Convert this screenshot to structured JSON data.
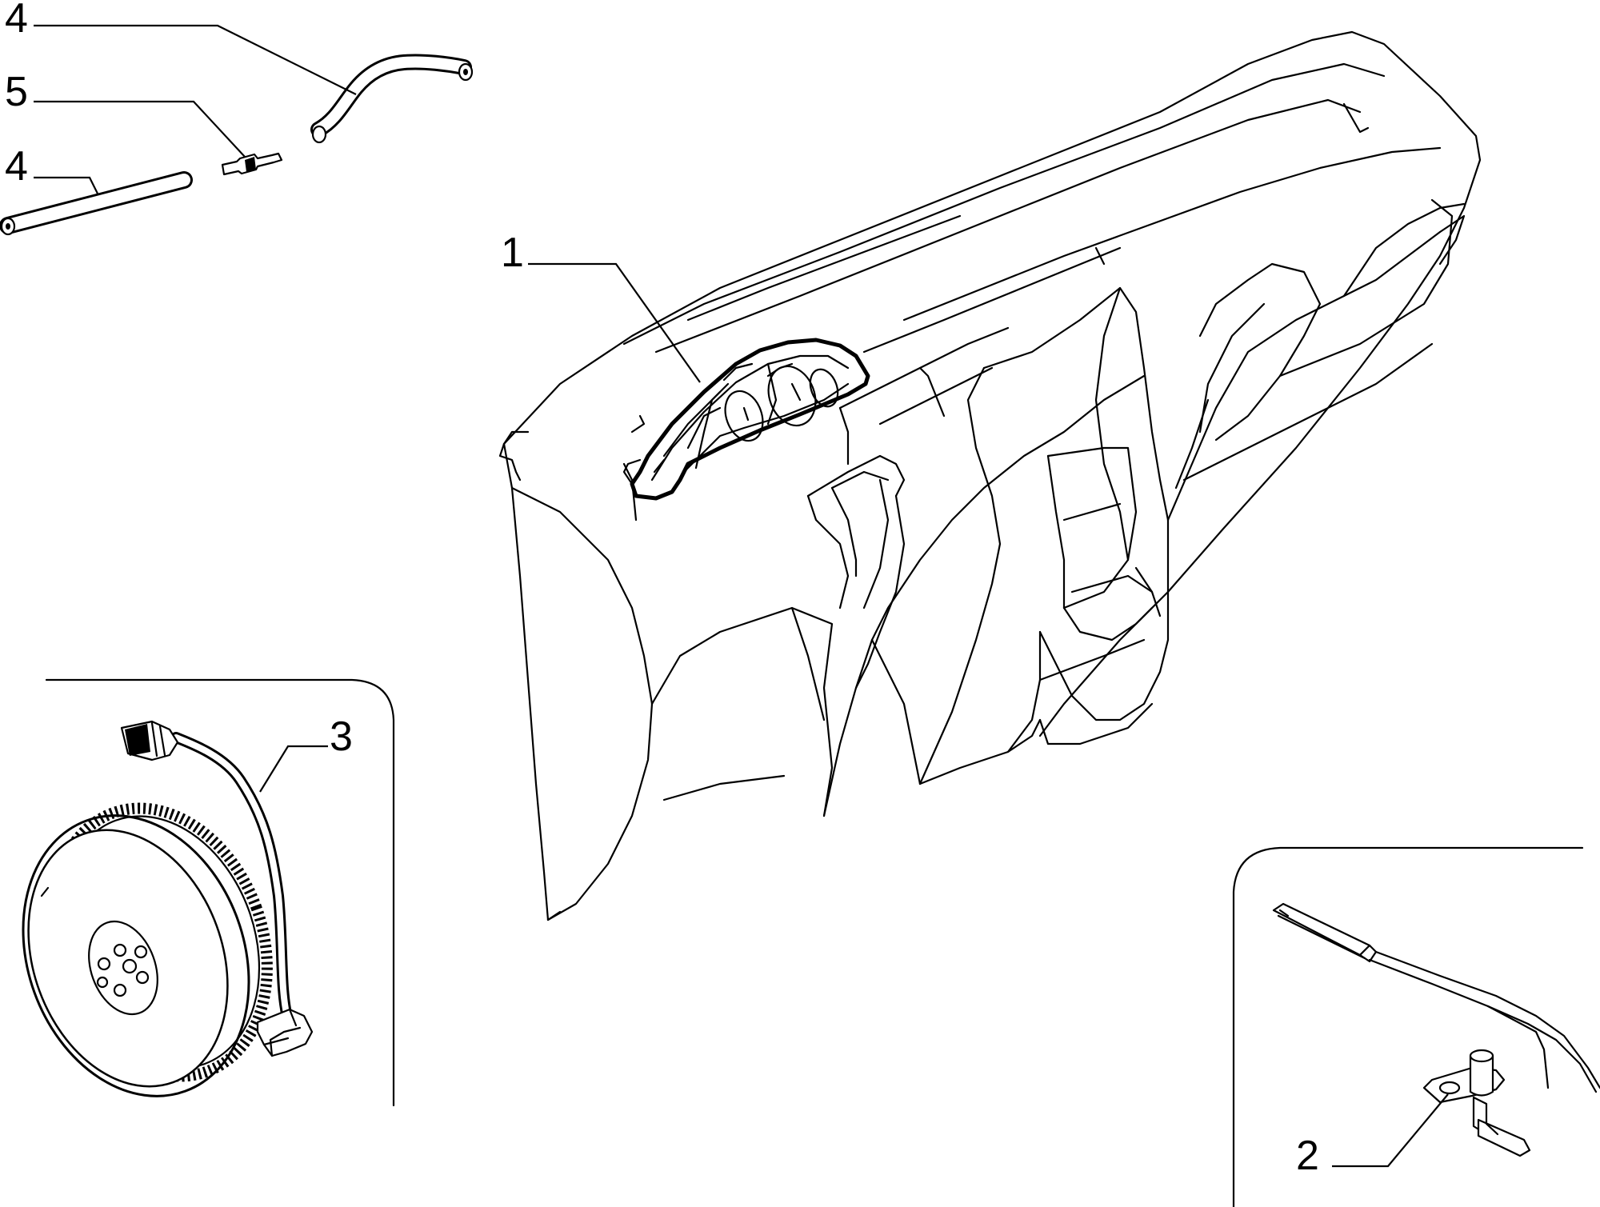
{
  "callouts": {
    "c1": "1",
    "c2": "2",
    "c3": "3",
    "c4a": "4",
    "c4b": "4",
    "c5": "5"
  }
}
